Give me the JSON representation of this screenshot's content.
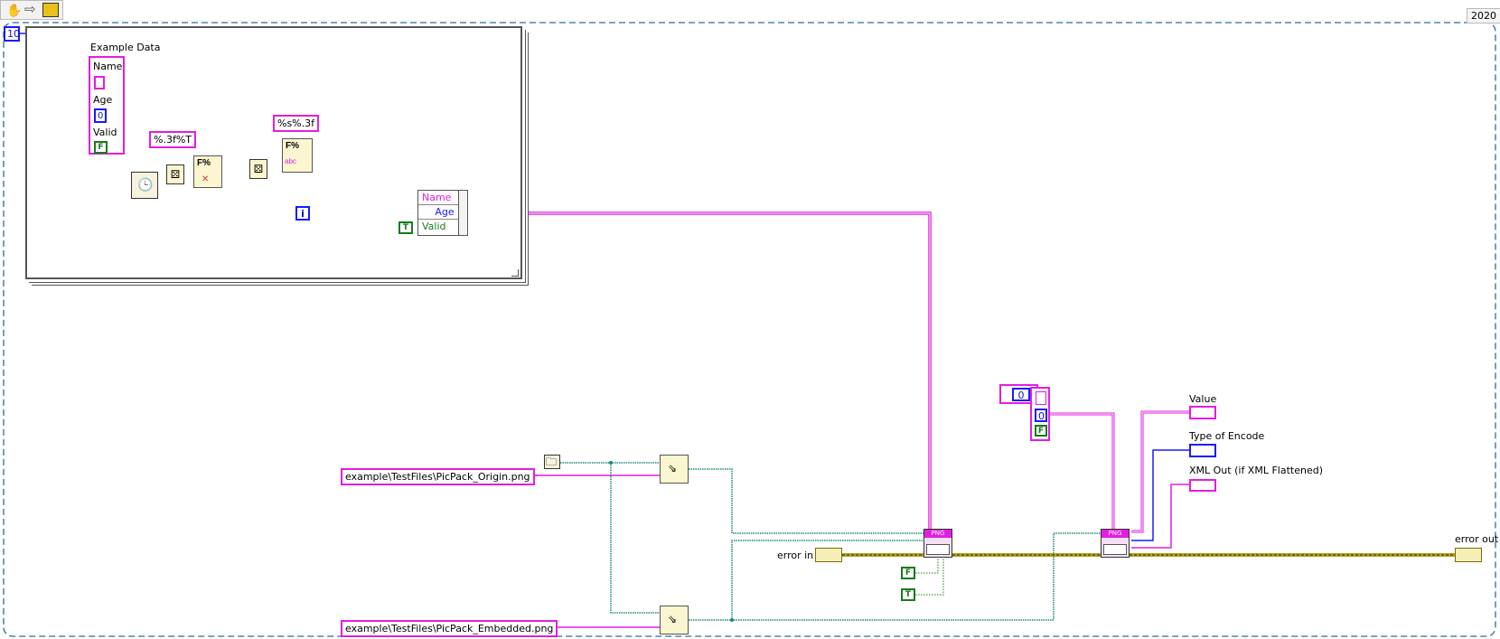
{
  "toolbar": {
    "icons": [
      "hand-icon",
      "arrow-right-icon",
      "labview-vi-icon"
    ]
  },
  "version_label": "2020",
  "for_loop": {
    "count": "10",
    "count_terminal": "N",
    "iteration_terminal": "i"
  },
  "cluster_constant": {
    "label": "Example Data",
    "fields": [
      {
        "name": "Name",
        "value": ""
      },
      {
        "name": "Age",
        "value": "0"
      },
      {
        "name": "Valid",
        "value": "F"
      }
    ]
  },
  "format_strings": {
    "time_format": "%.3f%T",
    "string_format": "%s%.3f"
  },
  "bundle_by_name": {
    "fields": [
      "Name",
      "Age",
      "Valid"
    ]
  },
  "valid_constant": "T",
  "file_paths": {
    "origin": "example\\TestFiles\\PicPack_Origin.png",
    "embedded": "example\\TestFiles\\PicPack_Embedded.png"
  },
  "png_nodes": {
    "encode_label": "PNG",
    "decode_label": "PNG"
  },
  "array_constant": {
    "index": "0",
    "element_number": "0",
    "element_bool": "F"
  },
  "bool_constants": [
    "F",
    "T"
  ],
  "indicators": {
    "value": "Value",
    "type_of_encode": "Type of Encode",
    "xml_out": "XML Out (if XML Flattened)",
    "error_in": "error in",
    "error_out": "error out"
  },
  "colors": {
    "string_wire": "#e21ee2",
    "numeric_wire": "#1a1aff",
    "path_wire": "#1a8a7a",
    "error_wire": "#b7a41a",
    "boolean": "#1a7a1a"
  }
}
